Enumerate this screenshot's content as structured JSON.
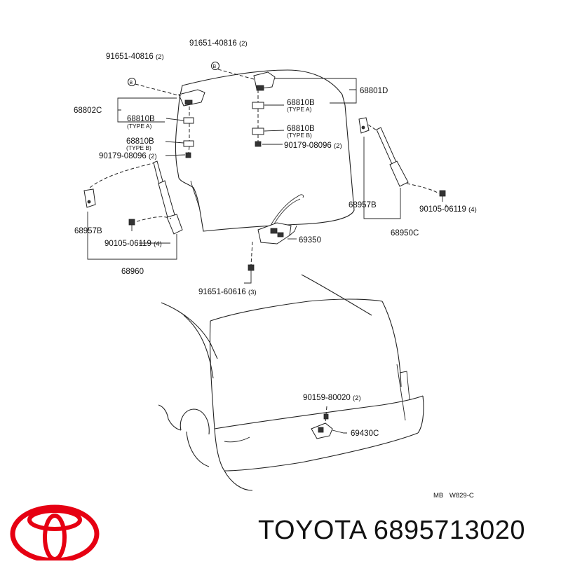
{
  "diagram": {
    "labels": {
      "screw_top_mid": "91651-40816",
      "screw_top_mid_qty": "(2)",
      "screw_top_left": "91651-40816",
      "screw_top_left_qty": "(2)",
      "hinge_right": "68801D",
      "hinge_left": "68802C",
      "shim_r_a": "68810B",
      "shim_r_a_type": "(TYPE A)",
      "shim_r_b": "68810B",
      "shim_r_b_type": "(TYPE B)",
      "shim_l_a": "68810B",
      "shim_l_a_type": "(TYPE A)",
      "shim_l_b": "68810B",
      "shim_l_b_type": "(TYPE B)",
      "nut_right": "90179-08096",
      "nut_right_qty": "(2)",
      "nut_left": "90179-08096",
      "nut_left_qty": "(2)",
      "stay_bracket_right": "68957B",
      "stay_bracket_left": "68957B",
      "bolt_right": "90105-06119",
      "bolt_right_qty": "(4)",
      "bolt_left": "90105-06119",
      "bolt_left_qty": "(4)",
      "stay_assy_right": "68950C",
      "stay_assy_left": "68960",
      "lock": "69350",
      "screw_lock": "91651-60616",
      "screw_lock_qty": "(3)",
      "striker_screw": "90159-80020",
      "striker_screw_qty": "(2)",
      "striker": "69430C",
      "ref_code_1": "MB",
      "ref_code_2": "W829-C"
    }
  },
  "brand": {
    "name": "TOYOTA",
    "part_number": "6895713020",
    "logo_icon": "toyota-logo-icon",
    "logo_color": "#e60012"
  }
}
